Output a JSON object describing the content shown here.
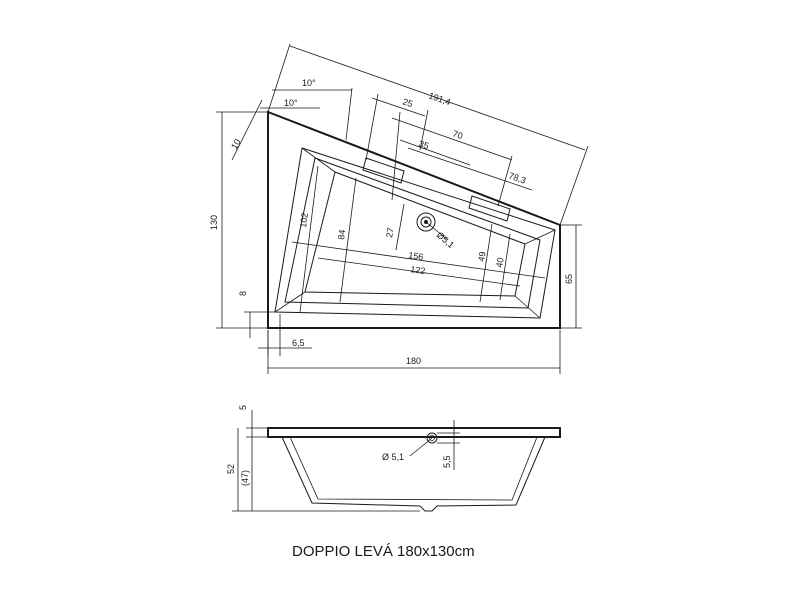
{
  "caption": "DOPPIO LEVÁ 180x130cm",
  "plan_dims": {
    "d191_4": "191,4",
    "d10deg_a": "10°",
    "d10deg_b": "10°",
    "d25": "25",
    "d10": "10",
    "d35": "35",
    "d70": "70",
    "d78_3": "78,3",
    "d130": "130",
    "d102": "102",
    "d84": "84",
    "d27": "27",
    "d_drain": "Ø5,1",
    "d156": "156",
    "d122": "122",
    "d49": "49",
    "d40": "40",
    "d65": "65",
    "d8": "8",
    "d6_5": "6,5",
    "d180": "180"
  },
  "section_dims": {
    "d5": "5",
    "d52": "52",
    "d47": "(47)",
    "d_overflow": "Ø 5,1",
    "d5_5": "5,5"
  },
  "colors": {
    "line": "#1a1a1a",
    "background": "#ffffff"
  }
}
